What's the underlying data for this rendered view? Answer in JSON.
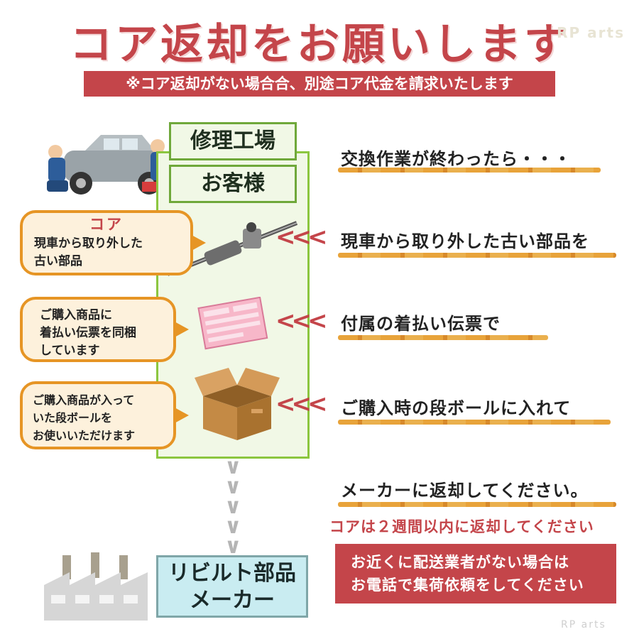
{
  "header": {
    "title": "コア返却をお願いします",
    "subtitle": "※コア返却がない場合合、別途コア代金を請求いたします"
  },
  "flow": {
    "repair_shop": "修理工場",
    "customer": "お客様",
    "rebuild_maker_line1": "リビルト部品",
    "rebuild_maker_line2": "メーカー"
  },
  "bubbles": {
    "core": {
      "label": "コア",
      "line1": "現車から取り外した",
      "line2": "古い部品"
    },
    "slip": {
      "line1": "ご購入商品に",
      "line2": "着払い伝票を同梱",
      "line3": "しています"
    },
    "box": {
      "line1": "ご購入商品が入って",
      "line2": "いた段ボールを",
      "line3": "お使いいただけます"
    }
  },
  "steps": {
    "after_work": "交換作業が終わったら・・・",
    "remove_part": "現車から取り外した古い部品を",
    "with_slip": "付属の着払い伝票で",
    "in_box": "ご購入時の段ボールに入れて",
    "return": "メーカーに返却してください。"
  },
  "deadline": "コアは２週間以内に返却してください",
  "notice": {
    "line1": "お近くに配送業者がない場合は",
    "line2": "お電話で集荷依頼をしてください"
  },
  "chevrons": "<<<",
  "colors": {
    "accent_red": "#c4454a",
    "bubble_orange": "#e69525",
    "green_border": "#8cc63f",
    "rebuild_blue": "#c9ecf1",
    "panel_grey": "#e3e3e3"
  }
}
